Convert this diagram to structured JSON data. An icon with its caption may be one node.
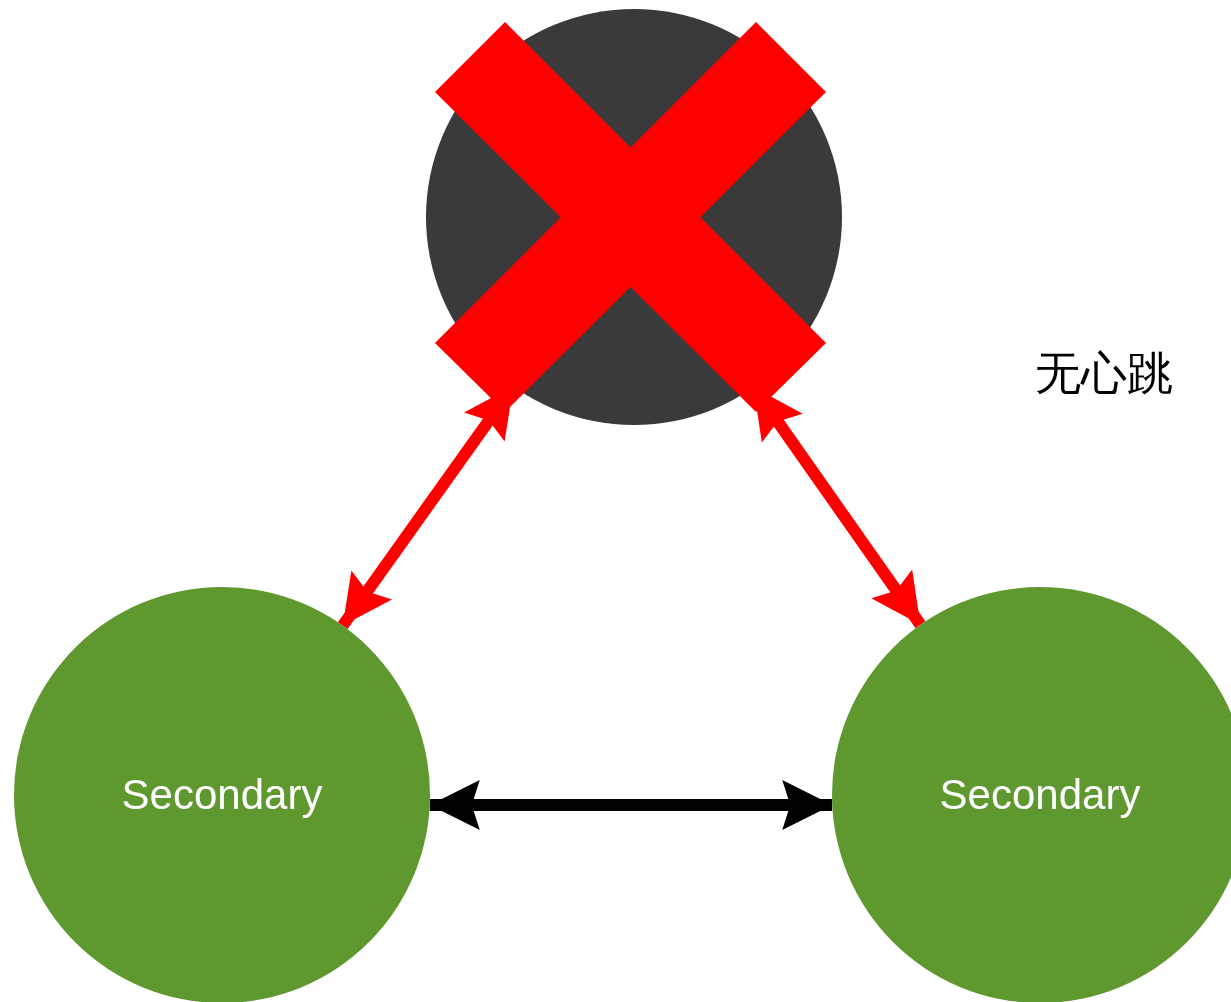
{
  "diagram": {
    "nodes": [
      {
        "text": [],
        "shape": "circle"
      },
      {
        "text": [
          "Secondary"
        ]
      },
      {
        "text": [
          "Secondary"
        ]
      }
    ],
    "edges": [
      {
        "from": 0,
        "to": 1,
        "arrow": "both",
        "color": "#ff0000"
      },
      {
        "from": 0,
        "to": 2,
        "arrow": "both",
        "color": "#ff0000"
      },
      {
        "from": 1,
        "to": 2,
        "arrow": "both",
        "color": "#000000"
      }
    ],
    "labels": [
      "无心跳"
    ]
  }
}
